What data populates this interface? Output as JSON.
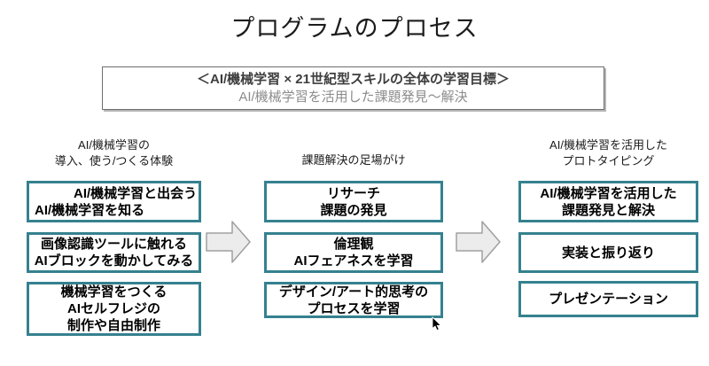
{
  "title": "プログラムのプロセス",
  "goal_box": {
    "line1": "＜AI/機械学習 × 21世紀型スキルの全体の学習目標＞",
    "line2": "AI/機械学習を活用した課題発見〜解決"
  },
  "columns": [
    {
      "header_lines": [
        "AI/機械学習の",
        "導入、使う/つくる体験"
      ],
      "boxes": [
        {
          "lines": [
            "AI/機械学習と出会う",
            "AI/機械学習を知る"
          ]
        },
        {
          "lines": [
            "画像認識ツールに触れる",
            "AIブロックを動かしてみる"
          ]
        },
        {
          "lines": [
            "機械学習をつくる",
            "AIセルフレジの",
            "制作や自由制作"
          ]
        }
      ]
    },
    {
      "header_lines": [
        "課題解決の足場がけ"
      ],
      "boxes": [
        {
          "lines": [
            "リサーチ",
            "課題の発見"
          ]
        },
        {
          "lines": [
            "倫理観",
            "AIフェアネスを学習"
          ]
        },
        {
          "lines": [
            "デザイン/アート的思考の",
            "プロセスを学習"
          ]
        }
      ]
    },
    {
      "header_lines": [
        "AI/機械学習を活用した",
        "プロトタイピング"
      ],
      "boxes": [
        {
          "lines": [
            "AI/機械学習を活用した",
            "課題発見と解決"
          ]
        },
        {
          "lines": [
            "実装と振り返り"
          ]
        },
        {
          "lines": [
            "プレゼンテーション"
          ]
        }
      ]
    }
  ],
  "colors": {
    "box_border_teal": "#35818F",
    "arrow_fill": "#ececec",
    "arrow_stroke": "#a0a0a0",
    "goal_border": "#6e6e6e",
    "goal_text_primary": "#3d3d3d",
    "goal_text_secondary": "#8c8c8c",
    "body_text": "#000000"
  }
}
